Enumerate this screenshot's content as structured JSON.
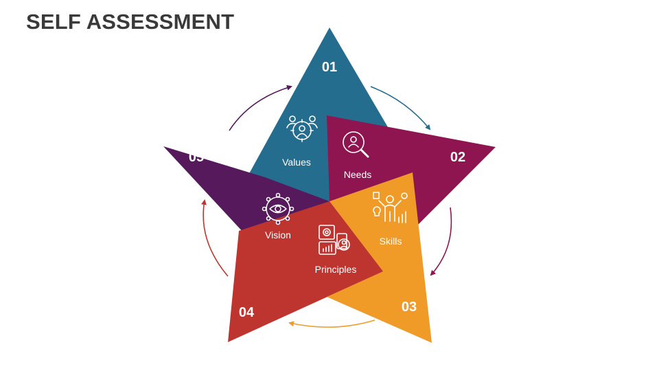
{
  "title": "SELF ASSESSMENT",
  "segments": [
    {
      "number": "01",
      "label": "Values",
      "icon": "group-target-icon",
      "color": "#256d8e"
    },
    {
      "number": "02",
      "label": "Needs",
      "icon": "search-person-icon",
      "color": "#8e1550"
    },
    {
      "number": "03",
      "label": "Skills",
      "icon": "skills-person-icon",
      "color": "#f09b27"
    },
    {
      "number": "04",
      "label": "Principles",
      "icon": "gear-chart-icon",
      "color": "#be3530"
    },
    {
      "number": "05",
      "label": "Vision",
      "icon": "eye-network-icon",
      "color": "#561a5c"
    }
  ]
}
